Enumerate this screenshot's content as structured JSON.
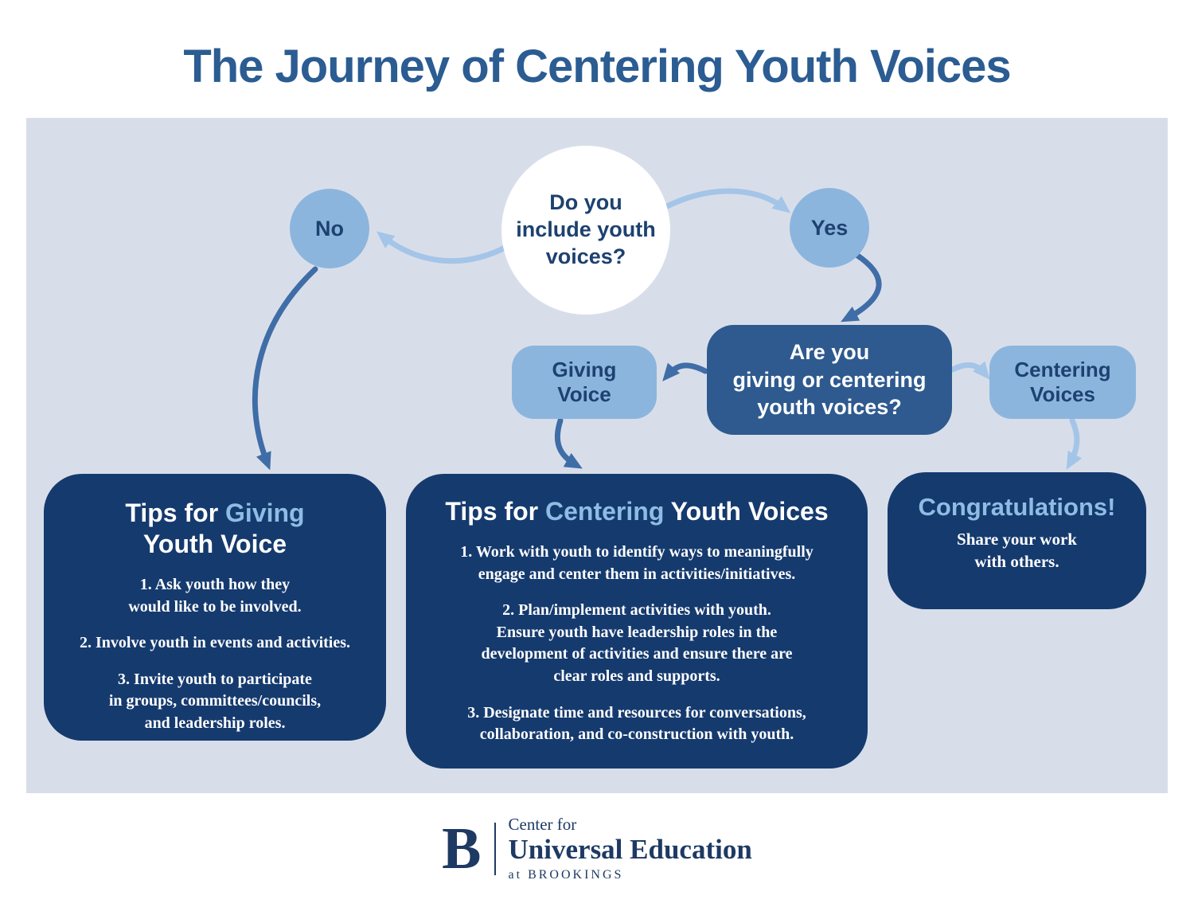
{
  "title": "The Journey of Centering Youth Voices",
  "flow": {
    "start_question": "Do you\ninclude youth\nvoices?",
    "no_label": "No",
    "yes_label": "Yes",
    "branch_question": "Are you\ngiving or centering\nyouth voices?",
    "giving_label": "Giving\nVoice",
    "centering_label": "Centering\nVoices"
  },
  "boxes": {
    "giving_tips": {
      "heading_prefix": "Tips for ",
      "heading_highlight": "Giving",
      "heading_line2": "Youth Voice",
      "tips": [
        "1. Ask youth how they\nwould like to be involved.",
        "2. Involve youth in events and activities.",
        "3. Invite youth to participate\nin groups, committees/councils,\nand leadership roles."
      ]
    },
    "centering_tips": {
      "heading_prefix": "Tips for ",
      "heading_highlight": "Centering",
      "heading_suffix": " Youth Voices",
      "tips": [
        "1. Work with youth to identify ways to meaningfully\nengage and center them in activities/initiatives.",
        "2. Plan/implement activities with youth.\nEnsure youth have leadership roles in the\ndevelopment of activities and ensure there are\nclear roles and supports.",
        "3. Designate time and resources for conversations,\ncollaboration, and co-construction with youth."
      ]
    },
    "congratulations": {
      "heading": "Congratulations!",
      "body": "Share your work\nwith others."
    }
  },
  "footer": {
    "logo_letter": "B",
    "org_line1": "Center for",
    "org_line2": "Universal Education",
    "org_line3": "at BROOKINGS"
  },
  "colors": {
    "title_blue": "#2b5c92",
    "panel_background": "#d8dee9",
    "navy_box": "#153a6e",
    "branch_blue": "#2e5a8f",
    "light_blue": "#8cb5de",
    "highlight_blue": "#8fbce4",
    "arrow_light": "#a4c5e8",
    "arrow_dark": "#3f6da7"
  }
}
